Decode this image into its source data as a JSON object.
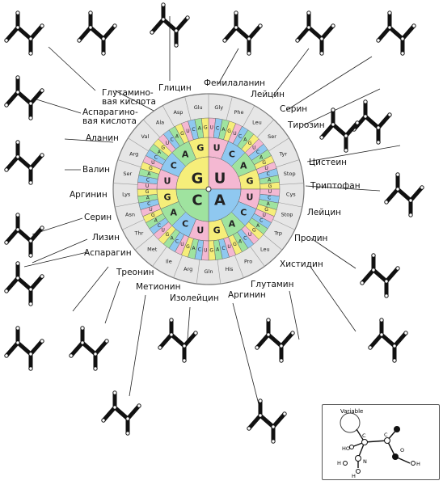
{
  "labels": {
    "glutamic": "Глутамино-\nвая кислота",
    "aspartic": "Аспарагино-\nвая кислота",
    "glycine": "Глицин",
    "phenylalanine": "Фенилаланин",
    "leucine_top": "Лейцин",
    "serine_right": "Серин",
    "tyrosine": "Тирозин",
    "alanine": "Аланин",
    "cysteine": "Цистеин",
    "valine": "Валин",
    "tryptophan": "Триптофан",
    "arginine_left": "Аргинин",
    "leucine_right": "Лейцин",
    "serine_left": "Серин",
    "lysine": "Лизин",
    "proline": "Пролин",
    "asparagine": "Аспарагин",
    "histidine": "Хистидин",
    "threonine": "Треонин",
    "glutamine": "Глутамин",
    "methionine": "Метионин",
    "arginine_bottom": "Аргинин",
    "isoleucine": "Изолейцин"
  },
  "wheel": {
    "inner": [
      "G",
      "U",
      "C",
      "A"
    ],
    "outer_labels": [
      "Gly",
      "Phe",
      "Leu",
      "Ser",
      "Tyr",
      "Stop",
      "Cys",
      "Stop",
      "Trp",
      "Leu",
      "Pro",
      "His",
      "Gln",
      "Arg",
      "Ile",
      "Met",
      "Thr",
      "Asn",
      "Lys",
      "Ser",
      "Arg",
      "Val",
      "Ala",
      "Asp",
      "Glu"
    ]
  },
  "inset": {
    "variable": "Variable",
    "atoms": [
      "C",
      "C",
      "HO",
      "N",
      "O",
      "H",
      "H",
      "H"
    ]
  }
}
